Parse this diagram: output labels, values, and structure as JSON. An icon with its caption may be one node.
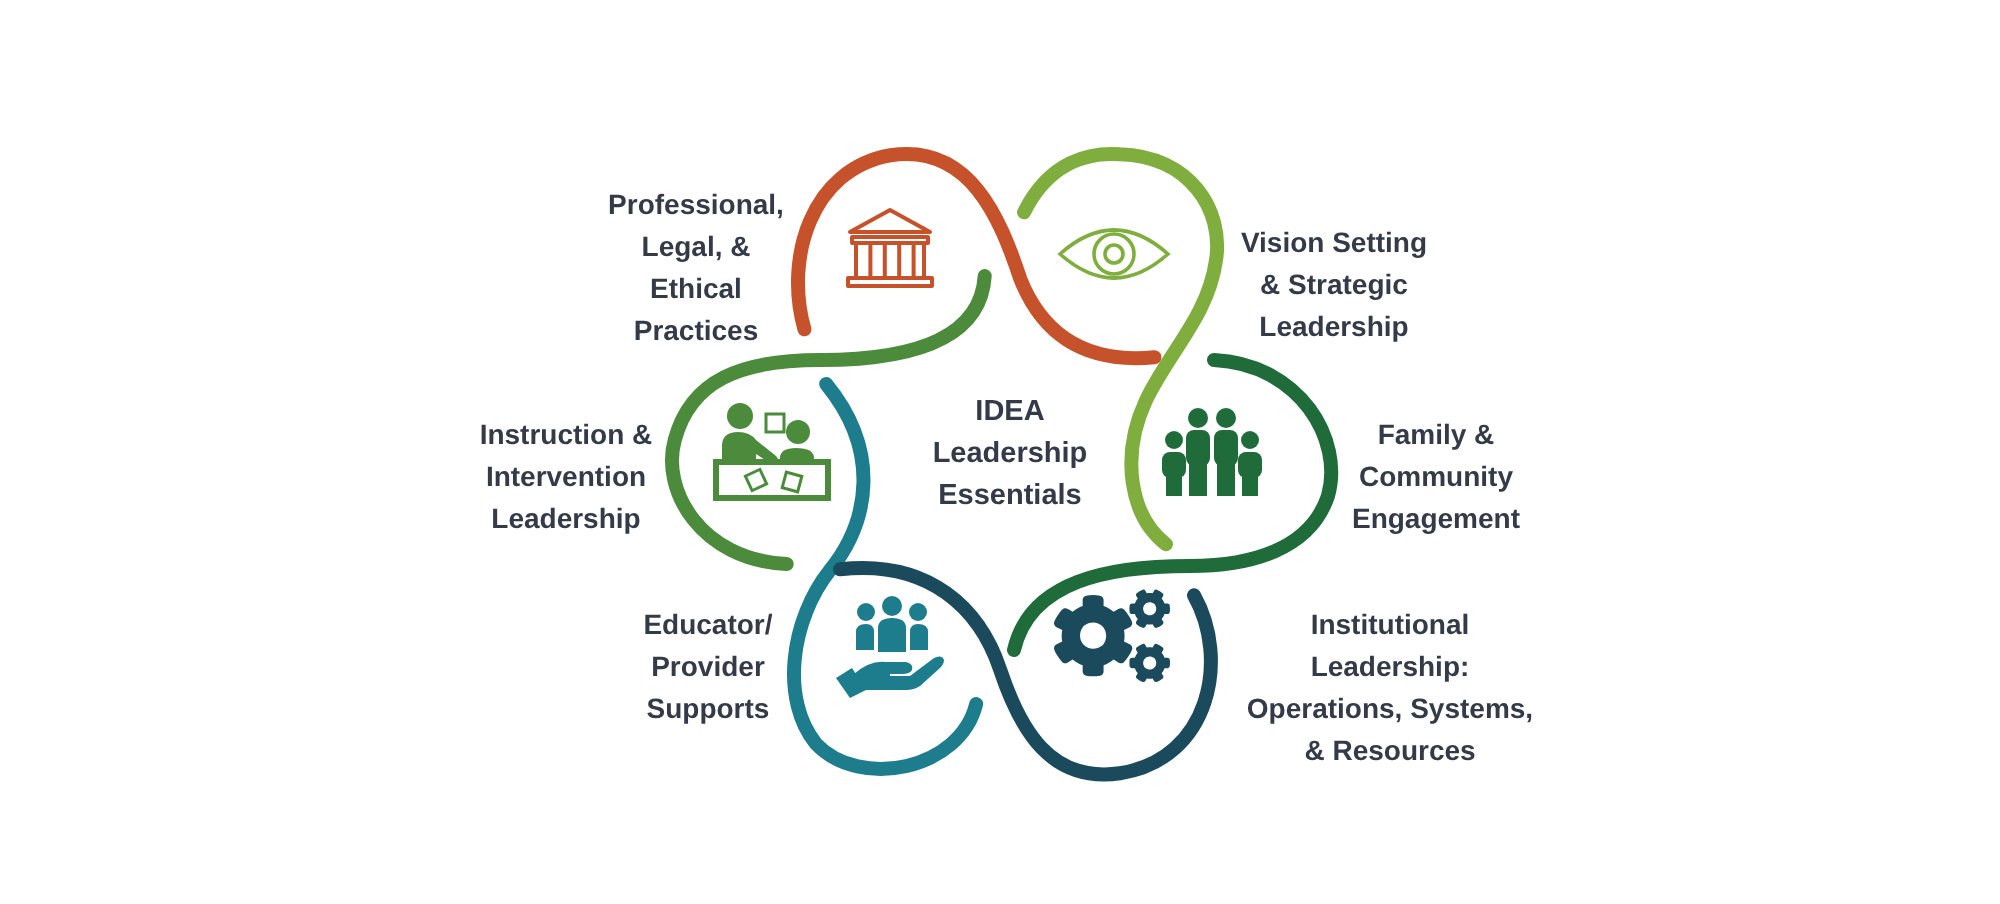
{
  "diagram": {
    "nodes": [
      {
        "text": [
          "Professional, Legal, & Ethical Practices"
        ]
      },
      {
        "text": [
          "Vision Setting & Strategic Leadership"
        ]
      },
      {
        "text": [
          "Instruction & Intervention Leadership"
        ]
      },
      {
        "text": [
          "Family & Community Engagement"
        ]
      },
      {
        "text": [
          "Educator/ Provider Supports"
        ]
      },
      {
        "text": [
          "Institutional Leadership: Operations, Systems, & Resources"
        ]
      }
    ],
    "labels": [
      "IDEA Leadership Essentials"
    ]
  }
}
